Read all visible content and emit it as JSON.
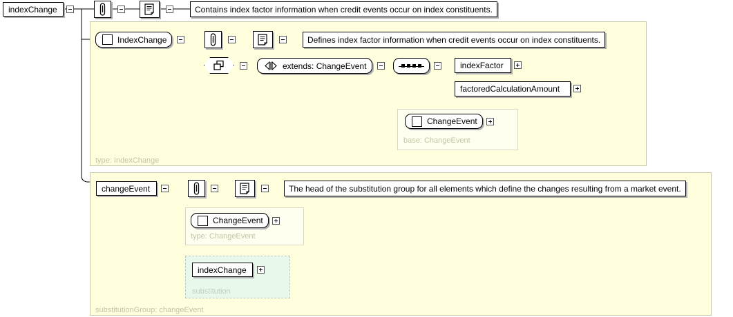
{
  "diagram": {
    "type": "xsd-schema-diagram",
    "root_element": {
      "name": "indexChange",
      "documentation": "Contains index factor information when credit events occur on index constituents.",
      "annotation_icon": "paperclip-icon",
      "documentation_icon": "document-scroll-icon"
    },
    "type_container": {
      "label": "type: IndexChange",
      "node": {
        "name": "IndexChange",
        "glyph": "complex-type-square-icon"
      },
      "documentation": "Defines index factor information when credit events occur on index constituents.",
      "annotation_icon": "paperclip-icon",
      "documentation_icon": "document-scroll-icon",
      "extension": {
        "group_icon": "extension-blocks-icon",
        "label": "extends: ChangeEvent",
        "sequence_glyph": "sequence-dots-icon",
        "children": [
          {
            "name": "indexFactor",
            "expander": "plus"
          },
          {
            "name": "factoredCalculationAmount",
            "expander": "plus"
          }
        ],
        "base_box": {
          "node": "ChangeEvent",
          "glyph": "complex-type-square-icon",
          "expander": "plus",
          "label": "base: ChangeEvent"
        }
      }
    },
    "substitution_container": {
      "label": "substitutionGroup: changeEvent",
      "head_element": {
        "name": "changeEvent",
        "documentation": "The head of the substitution group for all elements which define the changes resulting from a market event.",
        "annotation_icon": "paperclip-icon",
        "documentation_icon": "document-scroll-icon"
      },
      "type_box": {
        "node": "ChangeEvent",
        "glyph": "complex-type-square-icon",
        "expander": "plus",
        "label": "type: ChangeEvent"
      },
      "substitution_box": {
        "member": "indexChange",
        "expander": "plus",
        "label": "substitution"
      }
    },
    "colors": {
      "container_bg": "#ffffdd",
      "container_border": "#c8c8a8",
      "inner_bg": "#fffff0",
      "substitution_bg": "#e8f8ea",
      "substitution_border": "#b9c9bb",
      "label_text": "#c4c4a4",
      "line": "#000000",
      "box_bg": "#ffffff",
      "shadow": "#b0b0b0"
    }
  }
}
